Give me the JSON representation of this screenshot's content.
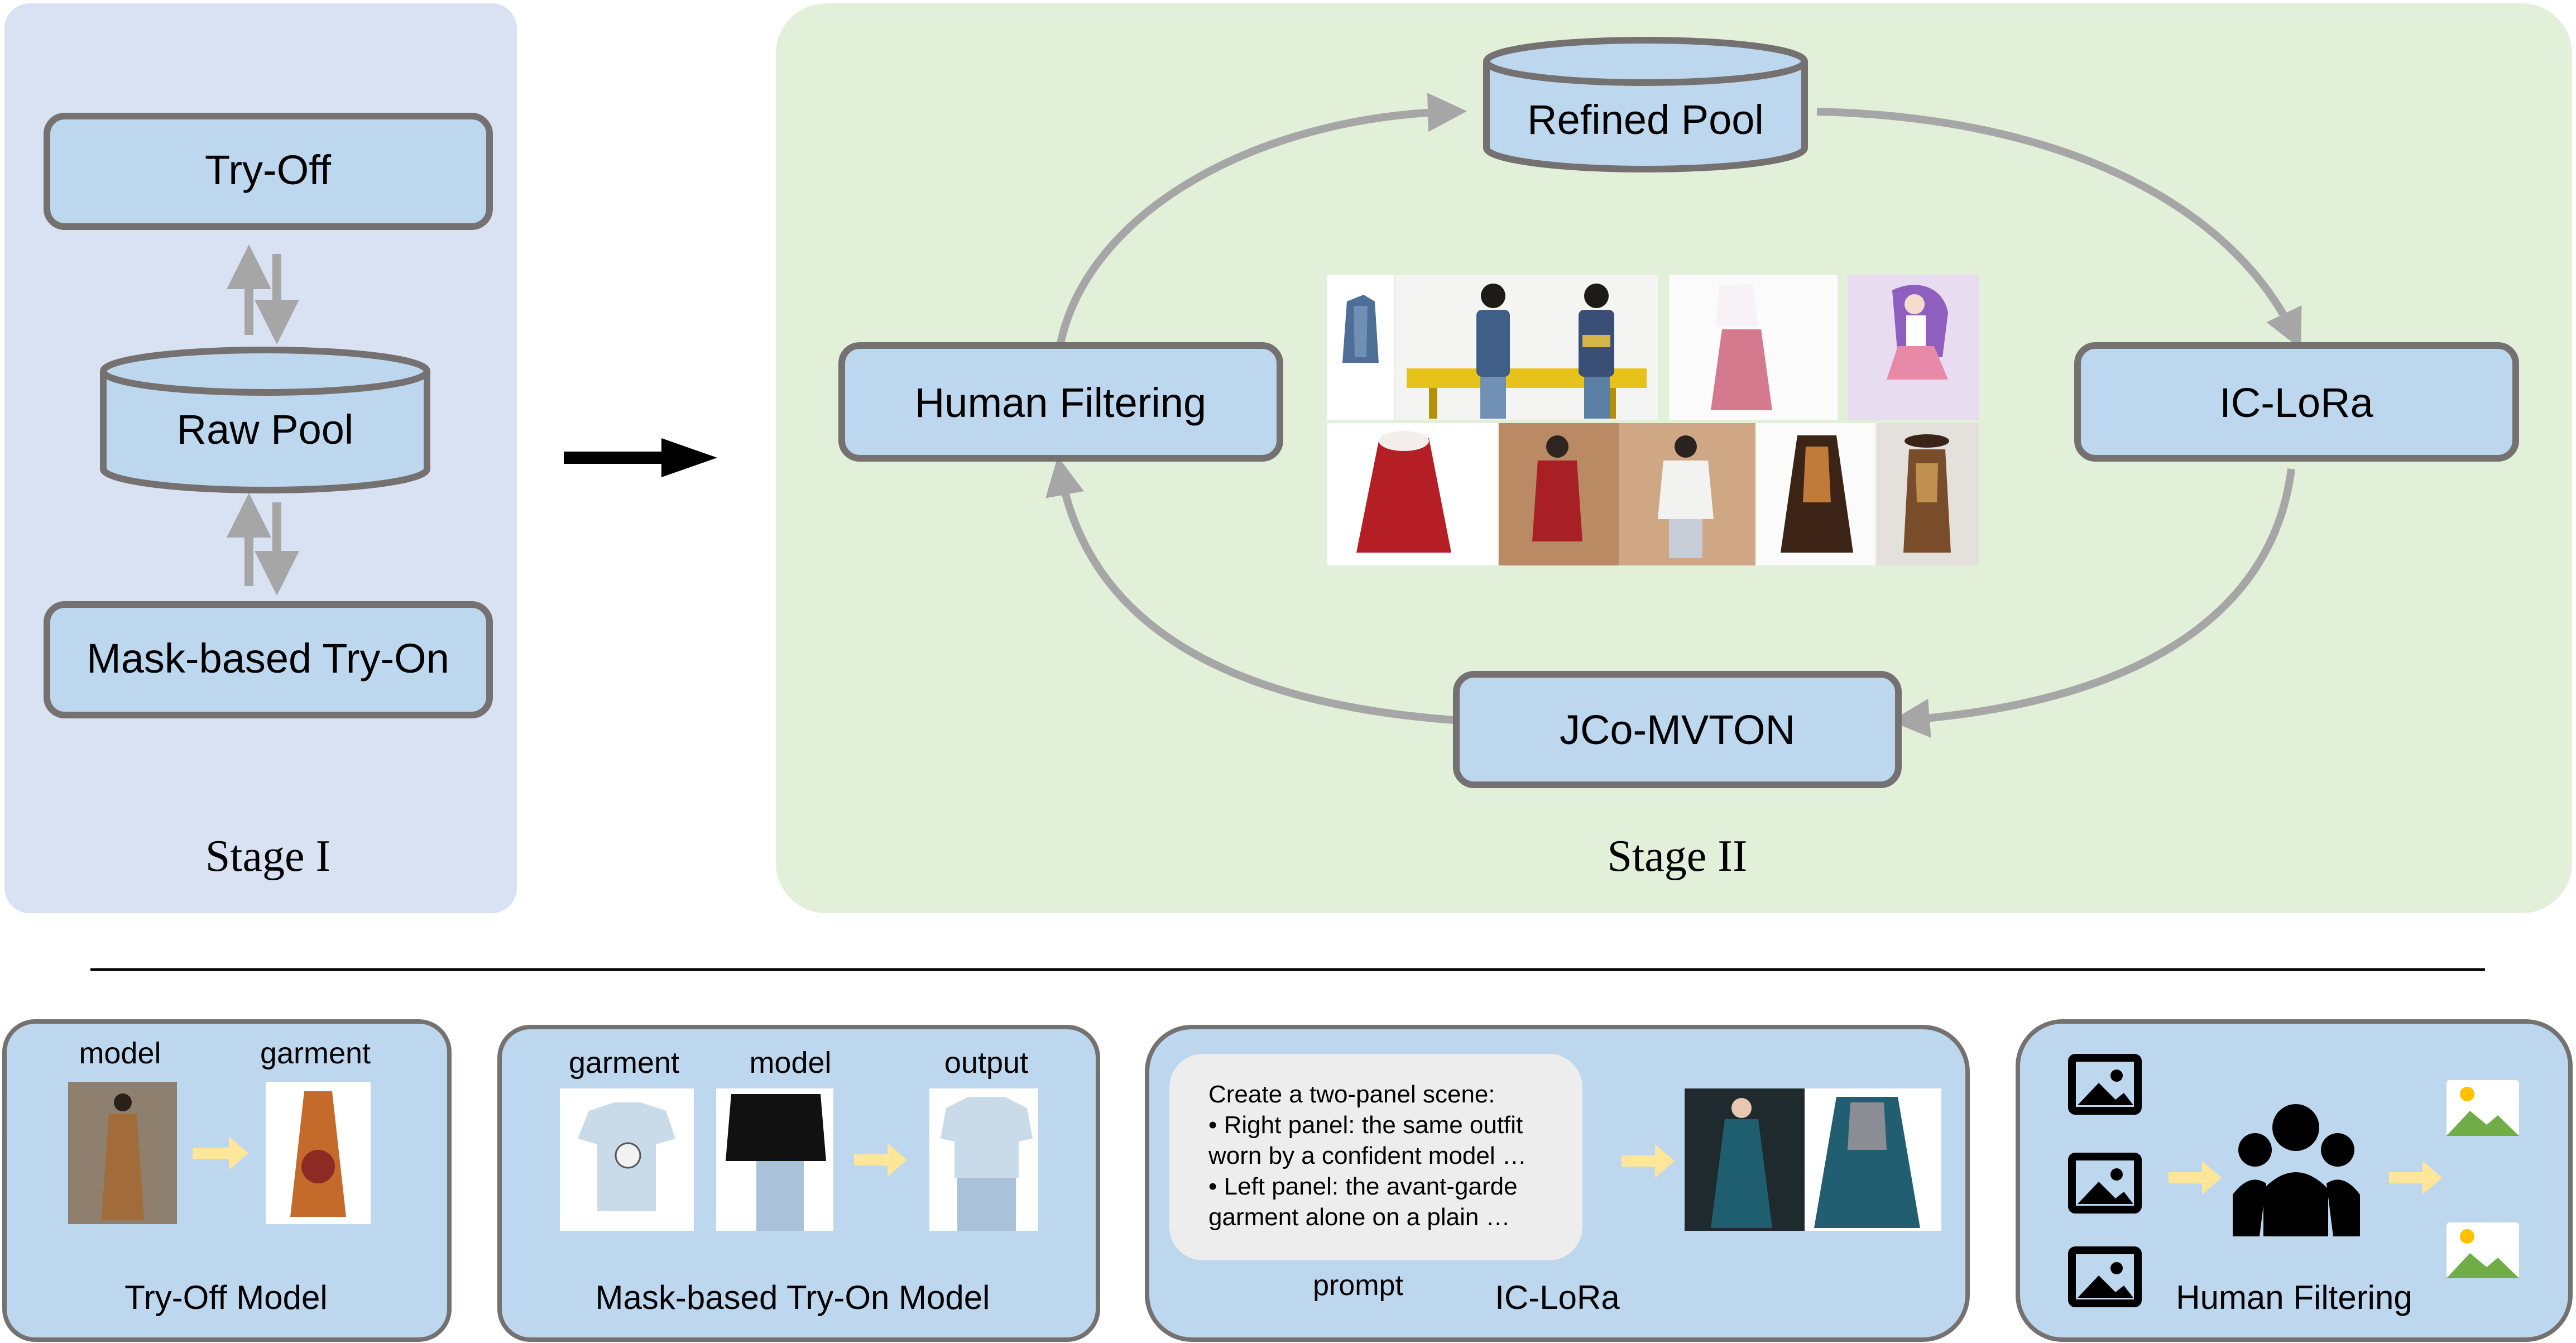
{
  "colors": {
    "stage1_bg": "#d9e2f3",
    "stage2_bg": "#e2efd9",
    "box_fill": "#bdd7ee",
    "box_stroke": "#767171",
    "arrow_gray": "#a6a6a6",
    "arrow_yellow": "#ffe699",
    "black": "#000000",
    "legend_fill": "#bdd7ee",
    "prompt_bg": "#ededed",
    "icon_green": "#70ad47",
    "icon_sun": "#ffc000"
  },
  "stage1": {
    "label": "Stage I",
    "try_off": "Try-Off",
    "raw_pool": "Raw Pool",
    "mask_try_on": "Mask-based Try-On"
  },
  "stage2": {
    "label": "Stage II",
    "refined_pool": "Refined Pool",
    "ic_lora": "IC-LoRa",
    "jco_mvton": "JCo-MVTON",
    "human_filtering": "Human Filtering"
  },
  "legend": {
    "try_off_panel": {
      "label_model": "model",
      "label_garment": "garment",
      "caption": "Try-Off Model"
    },
    "mask_panel": {
      "label_garment": "garment",
      "label_model": "model",
      "label_output": "output",
      "caption": "Mask-based Try-On Model"
    },
    "iclora_panel": {
      "prompt_lines": [
        "Create a two-panel scene:",
        "• Right panel: the same outfit",
        "worn by a confident model …",
        "• Left panel: the avant-garde",
        "garment alone on a plain …"
      ],
      "prompt_label": "prompt",
      "caption": "IC-LoRa"
    },
    "filter_panel": {
      "caption": "Human Filtering"
    }
  },
  "icons": [
    "image-icon",
    "people-icon",
    "image-check-icon"
  ]
}
